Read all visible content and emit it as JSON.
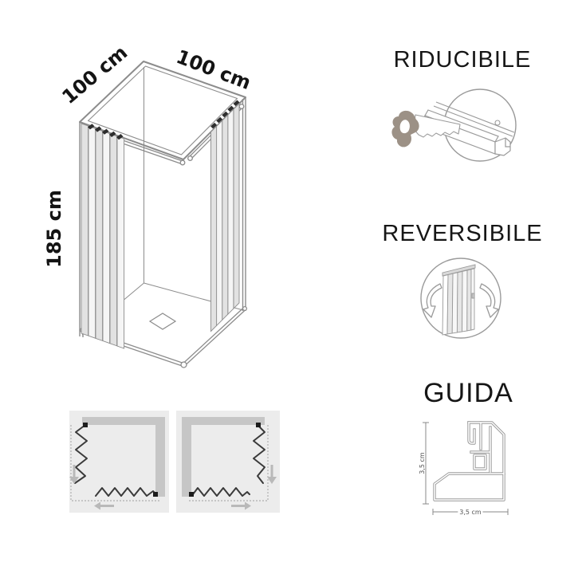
{
  "page": {
    "background": "#ffffff"
  },
  "main_diagram": {
    "subject": "corner shower enclosure with two folding doors, isometric line drawing",
    "dim_back_left": "100 cm",
    "dim_back_right": "100 cm",
    "dim_height": "185 cm"
  },
  "config_diagrams": {
    "left": {
      "wall_sides": [
        "top",
        "right"
      ],
      "arrows": [
        "down",
        "left"
      ]
    },
    "right": {
      "wall_sides": [
        "top",
        "left"
      ],
      "arrows": [
        "down",
        "right"
      ]
    }
  },
  "features": [
    {
      "title": "RIDUCIBILE",
      "icon": "saw-cutting-profile-icon"
    },
    {
      "title": "REVERSIBILE",
      "icon": "folding-door-reversible-arrows-icon"
    },
    {
      "title": "GUIDA",
      "icon": "track-profile-cross-section-icon",
      "dim_vertical": "3,5 cm",
      "dim_horizontal": "3,5 cm"
    }
  ],
  "colors": {
    "line_gray": "#8c8c8c",
    "text_black": "#161616",
    "wall_gray": "#c6c6c6",
    "diagram_bg": "#ececec",
    "arrow_gray": "#b5b5b5",
    "saw_handle_taupe": "#9c9186",
    "zigzag_dark": "#3a3a3a"
  }
}
